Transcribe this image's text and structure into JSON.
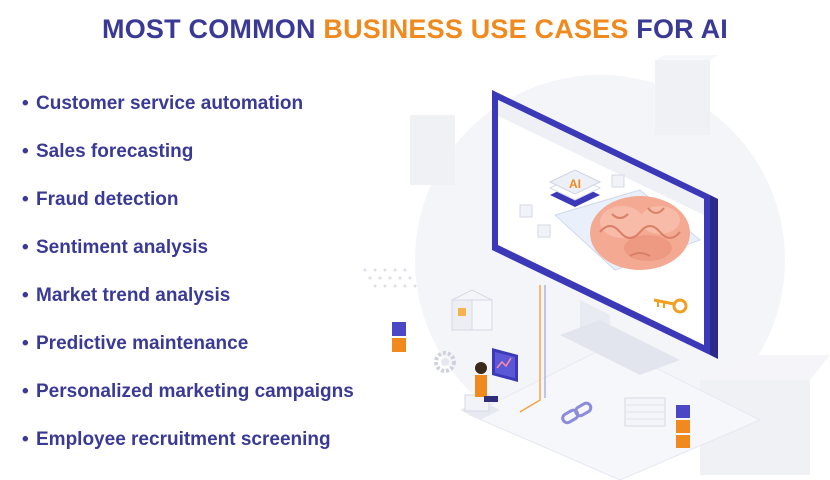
{
  "title": {
    "part1": "MOST COMMON",
    "part2": "BUSINESS USE CASES",
    "part3": "FOR AI"
  },
  "bullet_char": "•",
  "use_cases": [
    "Customer service automation",
    "Sales forecasting",
    "Fraud detection",
    "Sentiment analysis",
    "Market trend analysis",
    "Predictive maintenance",
    "Personalized marketing campaigns",
    "Employee recruitment screening"
  ],
  "illustration": {
    "badge_text": "AI",
    "icons": [
      "monitor-icon",
      "brain-icon",
      "key-icon",
      "chain-link-icon",
      "gear-icon",
      "person-at-laptop-icon",
      "cube-stack-icon"
    ]
  },
  "colors": {
    "title_primary": "#3a3a96",
    "title_accent": "#f08a1e",
    "bullet_text": "#3a3a96"
  }
}
